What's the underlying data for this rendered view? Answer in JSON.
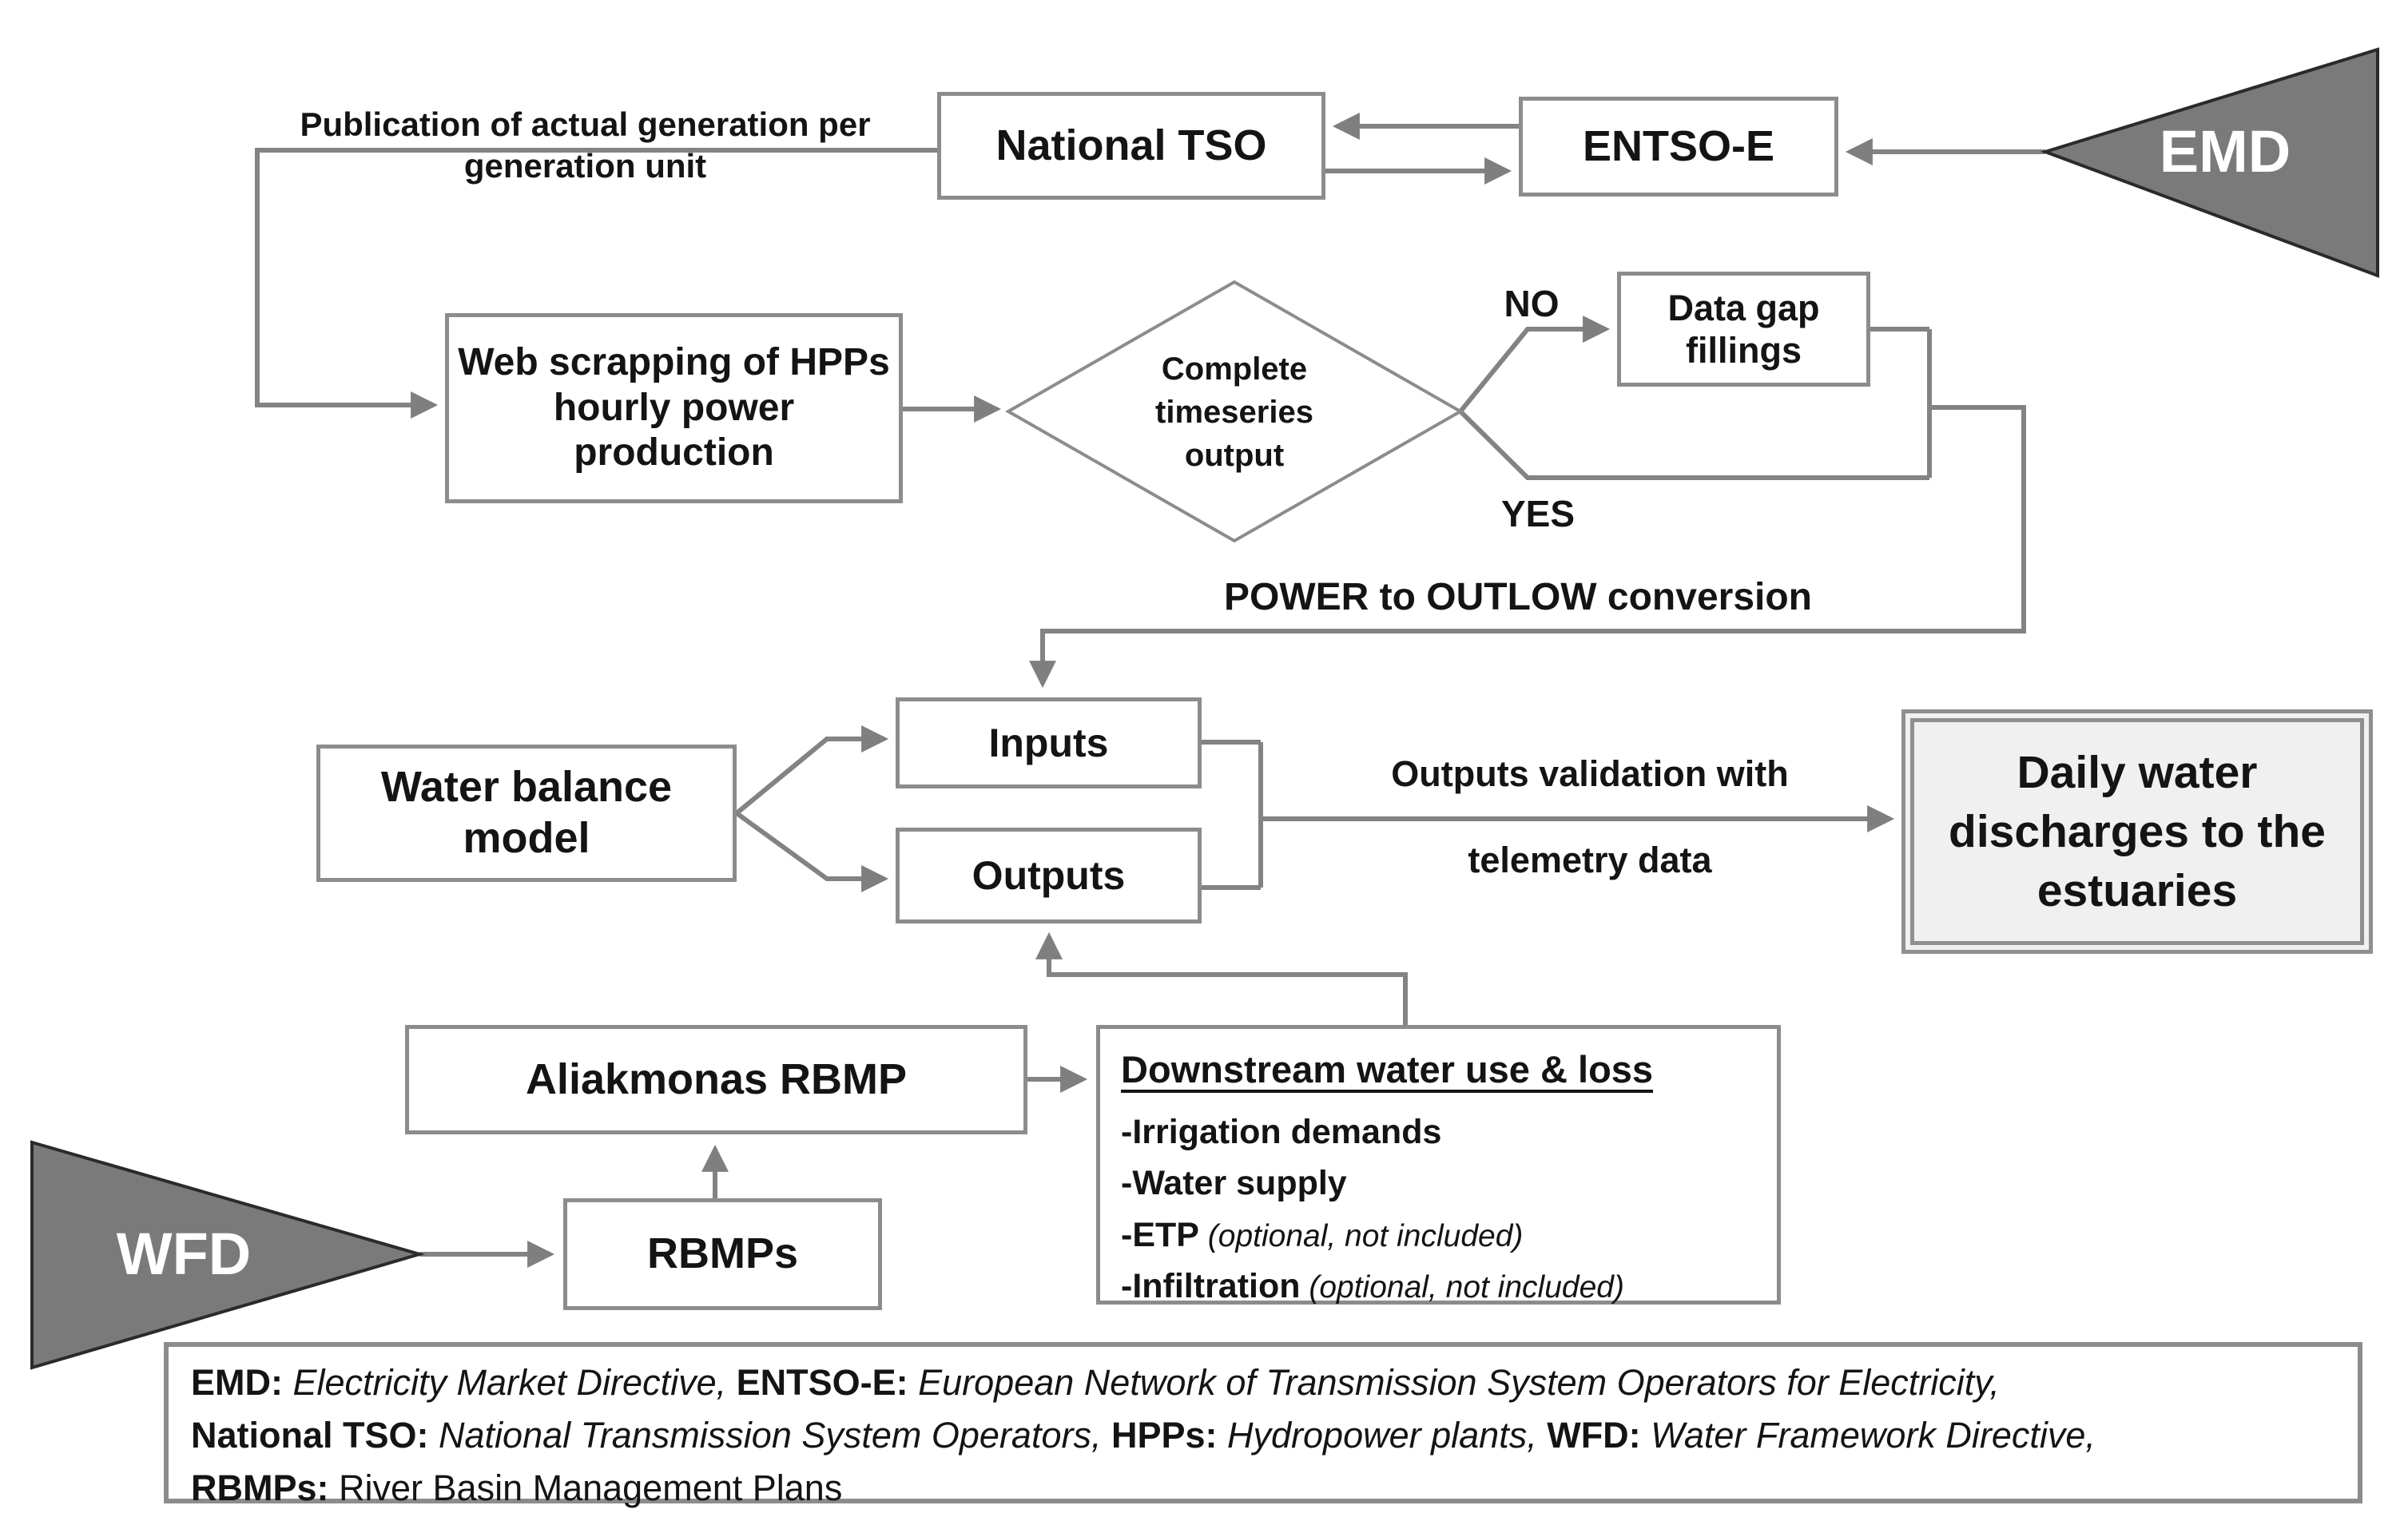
{
  "palette": {
    "connector_gray": "#838383",
    "box_border_gray": "#8c8c8c",
    "triangle_fill": "#7a7a7a",
    "daily_box_fill": "#f0f0f0",
    "text_color": "#141414",
    "triangle_text": "#ffffff"
  },
  "flowchart": {
    "publication_label": "Publication of actual generation per generation unit",
    "national_tso": "National TSO",
    "entso_e": "ENTSO-E",
    "emd": "EMD",
    "web_scraping": "Web scrapping of HPPs hourly power production",
    "decision": "Complete timeseries output",
    "no_label": "NO",
    "yes_label": "YES",
    "data_gap": "Data gap fillings",
    "power_label": "POWER to OUTLOW conversion",
    "water_balance": "Water balance model",
    "inputs": "Inputs",
    "outputs": "Outputs",
    "validation_line1": "Outputs validation with",
    "validation_line2": "telemetry data",
    "daily_water": "Daily water discharges to the estuaries",
    "aliakmonas": "Aliakmonas RBMP",
    "rbmps": "RBMPs",
    "wfd": "WFD",
    "downstream_title": "Downstream water use & loss",
    "downstream_items": [
      {
        "main": "-Irrigation demands",
        "note": ""
      },
      {
        "main": "-Water supply",
        "note": ""
      },
      {
        "main": "-ETP",
        "note": " (optional, not included)"
      },
      {
        "main": "-Infiltration",
        "note": " (optional, not included)"
      }
    ]
  },
  "legend": {
    "lines": [
      {
        "segments": [
          {
            "t": "EMD: "
          },
          {
            "t": "Electricity Market Directive, "
          },
          {
            "t": "ENTSO-E: "
          },
          {
            "t": "European Network of Transmission System Operators for Electricity,"
          }
        ]
      },
      {
        "segments": [
          {
            "t": "National TSO: "
          },
          {
            "t": "National Transmission System Operators, "
          },
          {
            "t": "HPPs: "
          },
          {
            "t": "Hydropower plants, "
          },
          {
            "t": "WFD: "
          },
          {
            "t": "Water Framework Directive,"
          }
        ]
      },
      {
        "segments": [
          {
            "t": "RBMPs: "
          },
          {
            "t": "River Basin Management Plans"
          }
        ]
      }
    ]
  }
}
